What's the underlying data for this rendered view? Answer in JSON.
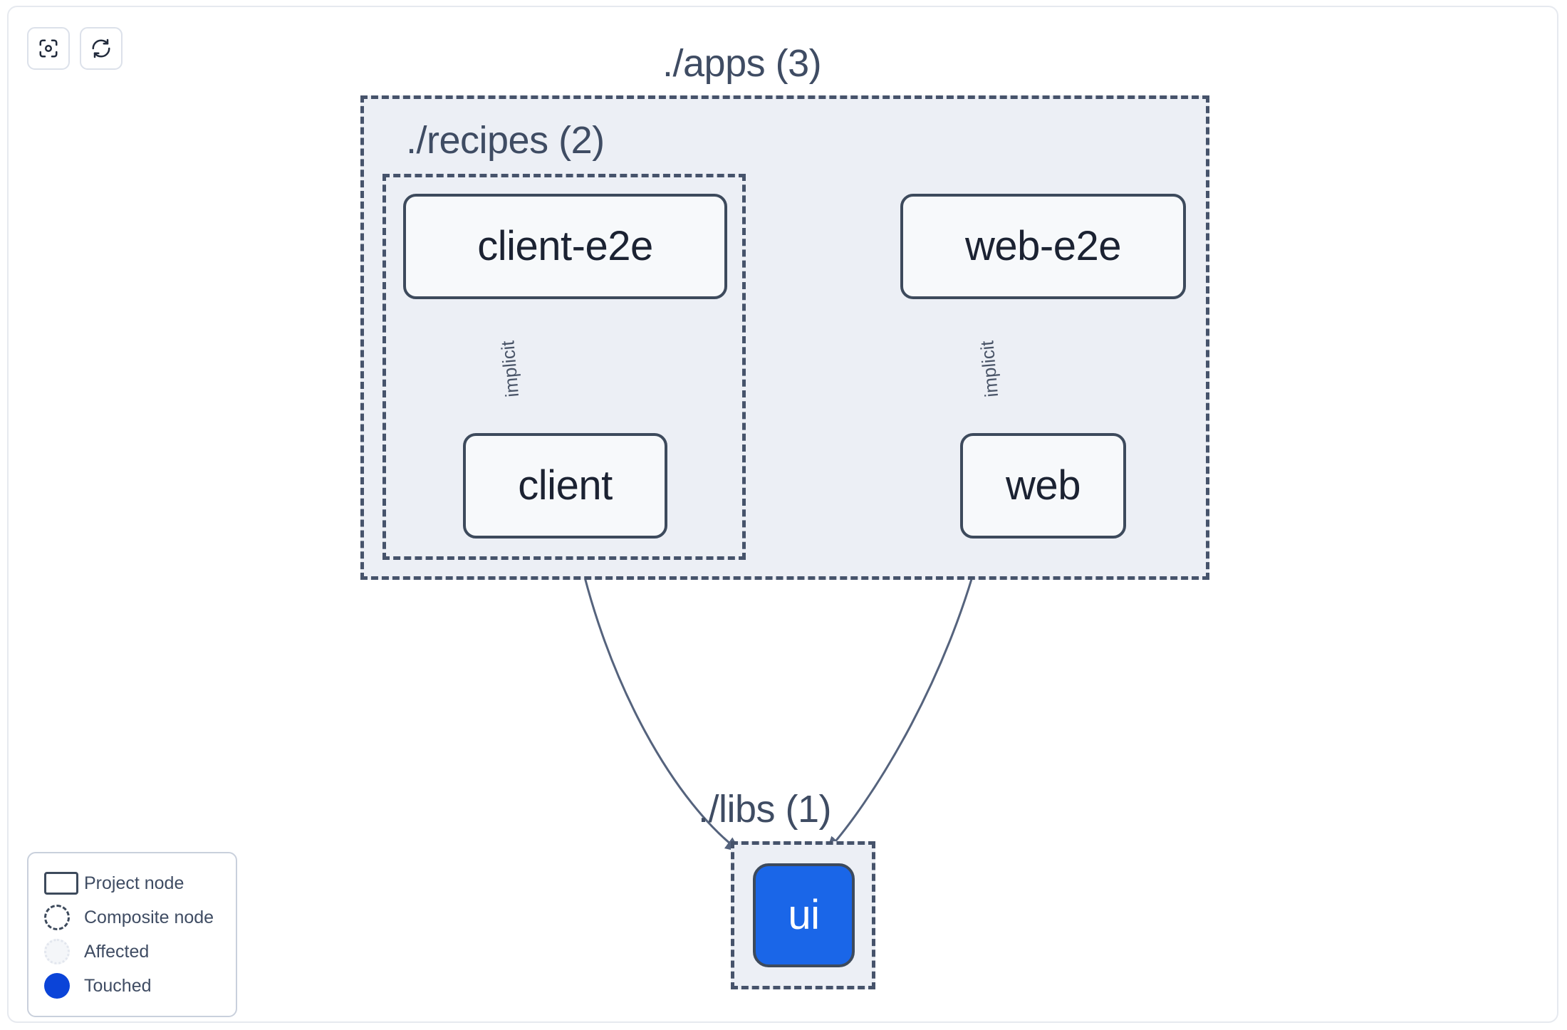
{
  "toolbar": {
    "buttons": [
      {
        "name": "focus-graph-button",
        "icon": "focus-scan-icon",
        "label": "Focus graph"
      },
      {
        "name": "refresh-graph-button",
        "icon": "refresh-icon",
        "label": "Refresh graph"
      }
    ]
  },
  "graph": {
    "type": "project-dependency-graph",
    "groups": [
      {
        "id": "apps",
        "label": "./apps (3)",
        "count": 3,
        "kind": "composite"
      },
      {
        "id": "recipes",
        "label": "./recipes (2)",
        "count": 2,
        "kind": "composite",
        "parent": "apps"
      },
      {
        "id": "libs",
        "label": "./libs (1)",
        "count": 1,
        "kind": "composite"
      }
    ],
    "nodes": [
      {
        "id": "client-e2e",
        "label": "client-e2e",
        "group": "recipes",
        "state": "normal"
      },
      {
        "id": "client",
        "label": "client",
        "group": "recipes",
        "state": "normal"
      },
      {
        "id": "web-e2e",
        "label": "web-e2e",
        "group": "apps",
        "state": "normal"
      },
      {
        "id": "web",
        "label": "web",
        "group": "apps",
        "state": "normal"
      },
      {
        "id": "ui",
        "label": "ui",
        "group": "libs",
        "state": "touched"
      }
    ],
    "edges": [
      {
        "source": "client-e2e",
        "target": "client",
        "label": "implicit"
      },
      {
        "source": "web-e2e",
        "target": "web",
        "label": "implicit"
      },
      {
        "source": "client",
        "target": "ui",
        "label": ""
      },
      {
        "source": "web",
        "target": "ui",
        "label": ""
      }
    ]
  },
  "legend": {
    "items": [
      {
        "swatch": "rect",
        "label": "Project node"
      },
      {
        "swatch": "dashed-circle",
        "label": "Composite node"
      },
      {
        "swatch": "dotted-circle",
        "label": "Affected"
      },
      {
        "swatch": "filled-circle",
        "label": "Touched"
      }
    ]
  },
  "colors": {
    "touched": "#1A66E8",
    "legend_touched": "#0B44D8",
    "group_fill": "#ECEFF5",
    "group_border": "#46536B",
    "node_border": "#3D4A5C",
    "node_fill": "#F7F9FB",
    "text": "#1B2232",
    "muted_text": "#3F4C63",
    "edge": "#55637D"
  }
}
